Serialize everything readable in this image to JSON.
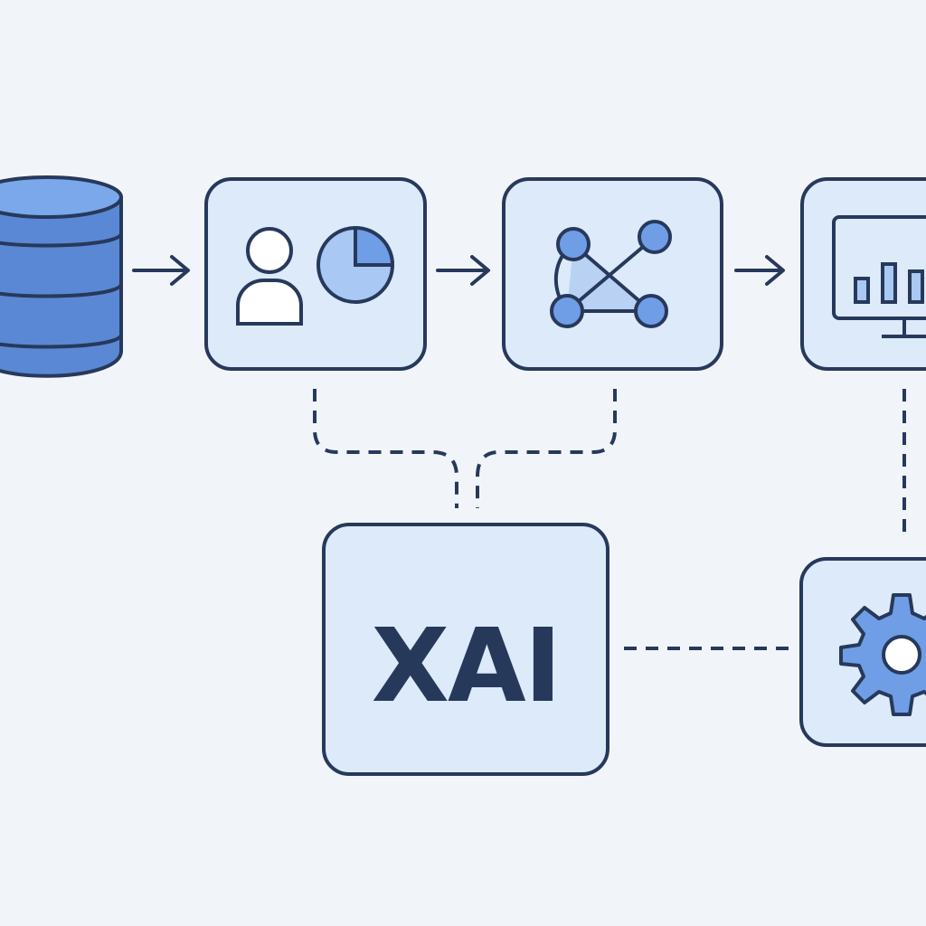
{
  "diagram": {
    "background": "#f1f5fa",
    "colors": {
      "stroke": "#27395b",
      "box_fill": "#dceaf9",
      "accent_fill": "#6f9ee6",
      "accent_light": "#a9c8f3",
      "white": "#ffffff"
    },
    "nodes": [
      {
        "id": "database",
        "icon": "database-icon"
      },
      {
        "id": "data-analysis",
        "icon": "user-and-pie-chart-icon"
      },
      {
        "id": "model",
        "icon": "network-graph-icon"
      },
      {
        "id": "dashboard",
        "icon": "monitor-bar-chart-icon"
      },
      {
        "id": "xai",
        "label": "XAI"
      },
      {
        "id": "settings",
        "icon": "gear-icon"
      }
    ],
    "connectors": [
      {
        "from": "database",
        "to": "data-analysis",
        "style": "solid-arrow"
      },
      {
        "from": "data-analysis",
        "to": "model",
        "style": "solid-arrow"
      },
      {
        "from": "model",
        "to": "dashboard",
        "style": "solid-arrow"
      },
      {
        "from": "data-analysis",
        "to": "xai",
        "style": "dashed"
      },
      {
        "from": "model",
        "to": "xai",
        "style": "dashed"
      },
      {
        "from": "dashboard",
        "to": "settings",
        "style": "dashed"
      },
      {
        "from": "xai",
        "to": "settings",
        "style": "dashed"
      }
    ]
  }
}
